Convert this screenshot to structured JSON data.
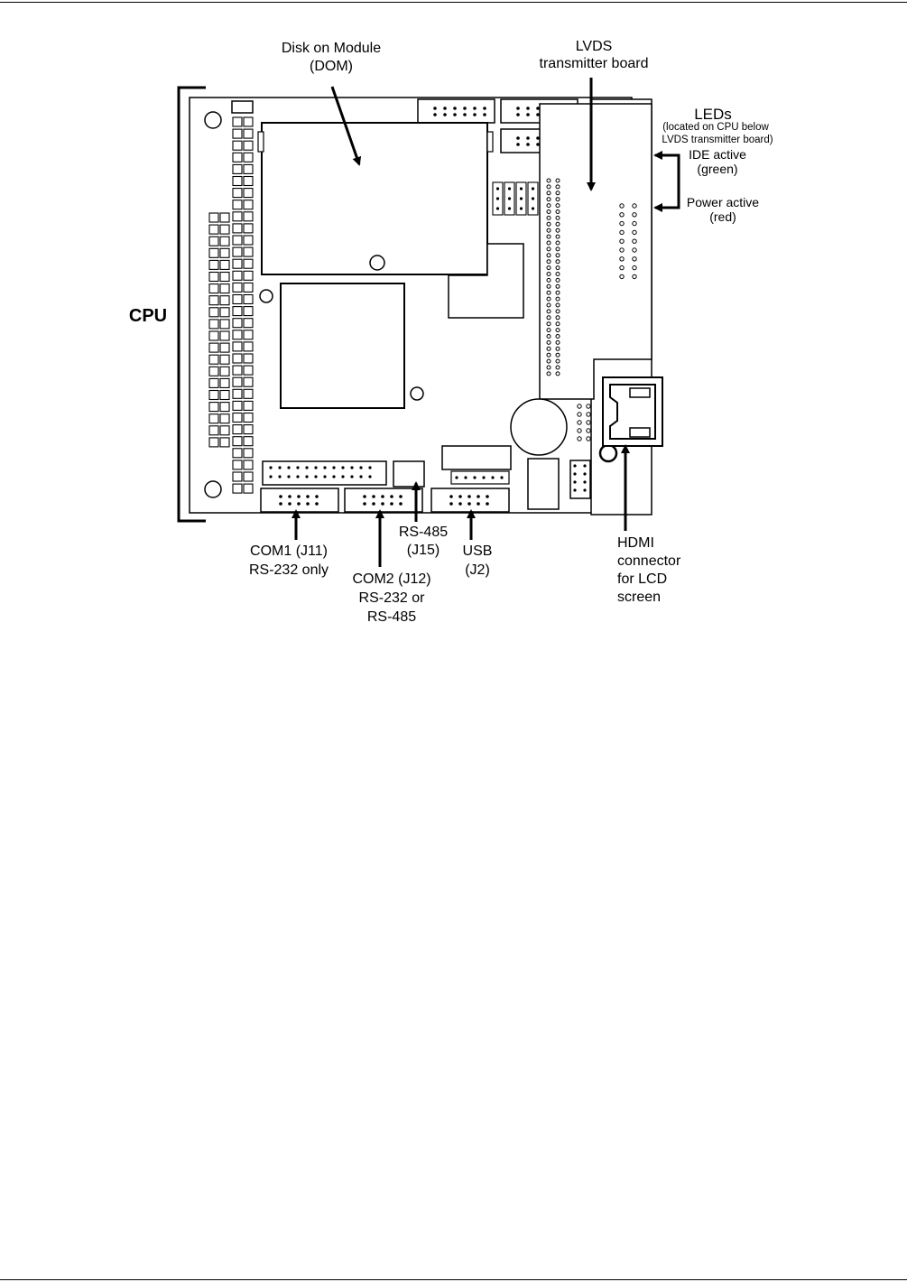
{
  "labels": {
    "dom_line1": "Disk on Module",
    "dom_line2": "(DOM)",
    "lvds_line1": "LVDS",
    "lvds_line2": "transmitter board",
    "leds_title": "LEDs",
    "leds_note1": "(located on CPU below",
    "leds_note2": "LVDS transmitter board)",
    "ide_line1": "IDE active",
    "ide_line2": "(green)",
    "power_line1": "Power active",
    "power_line2": "(red)",
    "cpu": "CPU",
    "com1_line1": "COM1 (J11)",
    "com1_line2": "RS-232 only",
    "com2_line1": "COM2 (J12)",
    "com2_line2": "RS-232 or",
    "com2_line3": "RS-485",
    "rs485_line1": "RS-485",
    "rs485_line2": "(J15)",
    "usb_line1": "USB",
    "usb_line2": "(J2)",
    "hdmi_line1": "HDMI",
    "hdmi_line2": "connector",
    "hdmi_line3": "for LCD",
    "hdmi_line4": "screen"
  }
}
